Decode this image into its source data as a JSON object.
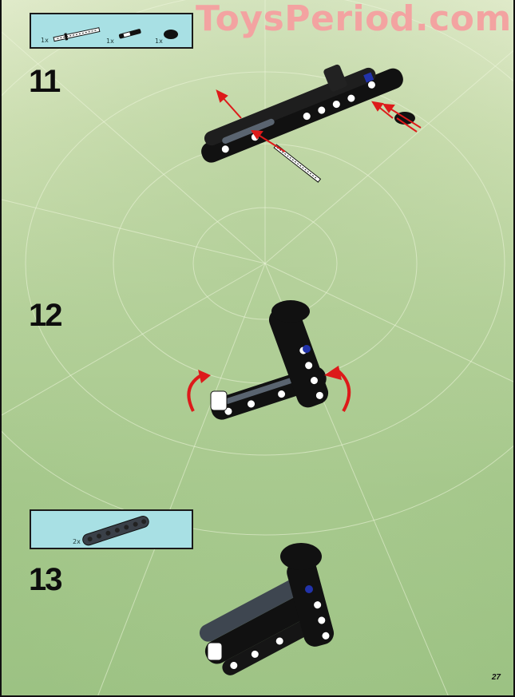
{
  "watermark": "ToysPeriod.com",
  "page_number": "27",
  "colors": {
    "background_top": "#e3eccd",
    "background_bottom": "#9cc283",
    "parts_box": "#a8e0e4",
    "watermark": "#f5a0a0",
    "arrow": "#dd1a1a",
    "model": "#111111",
    "accent_blue": "#2233aa"
  },
  "steps": [
    {
      "number": "11",
      "parts": [
        {
          "qty": "1x",
          "part": "axle-with-stop"
        },
        {
          "qty": "1x",
          "part": "connector-peg"
        },
        {
          "qty": "1x",
          "part": "bushing-black"
        }
      ],
      "action": "insert-parts-arrows"
    },
    {
      "number": "12",
      "parts": [],
      "action": "fold-up-rotation-arrows"
    },
    {
      "number": "13",
      "parts": [
        {
          "qty": "2x",
          "part": "technic-beam-7-dark-gray"
        }
      ],
      "action": "attach-beams"
    }
  ]
}
